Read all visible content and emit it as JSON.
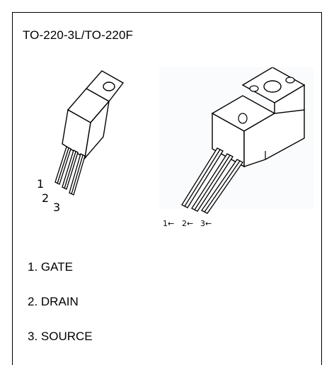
{
  "package_title": "TO-220-3L/TO-220F",
  "left_figure": {
    "pin_labels": [
      "1",
      "2",
      "3"
    ]
  },
  "right_figure": {
    "pin_labels": [
      "1←",
      "2←",
      "3←"
    ]
  },
  "pins": [
    {
      "label": "1. GATE"
    },
    {
      "label": "2. DRAIN"
    },
    {
      "label": "3. SOURCE"
    }
  ]
}
